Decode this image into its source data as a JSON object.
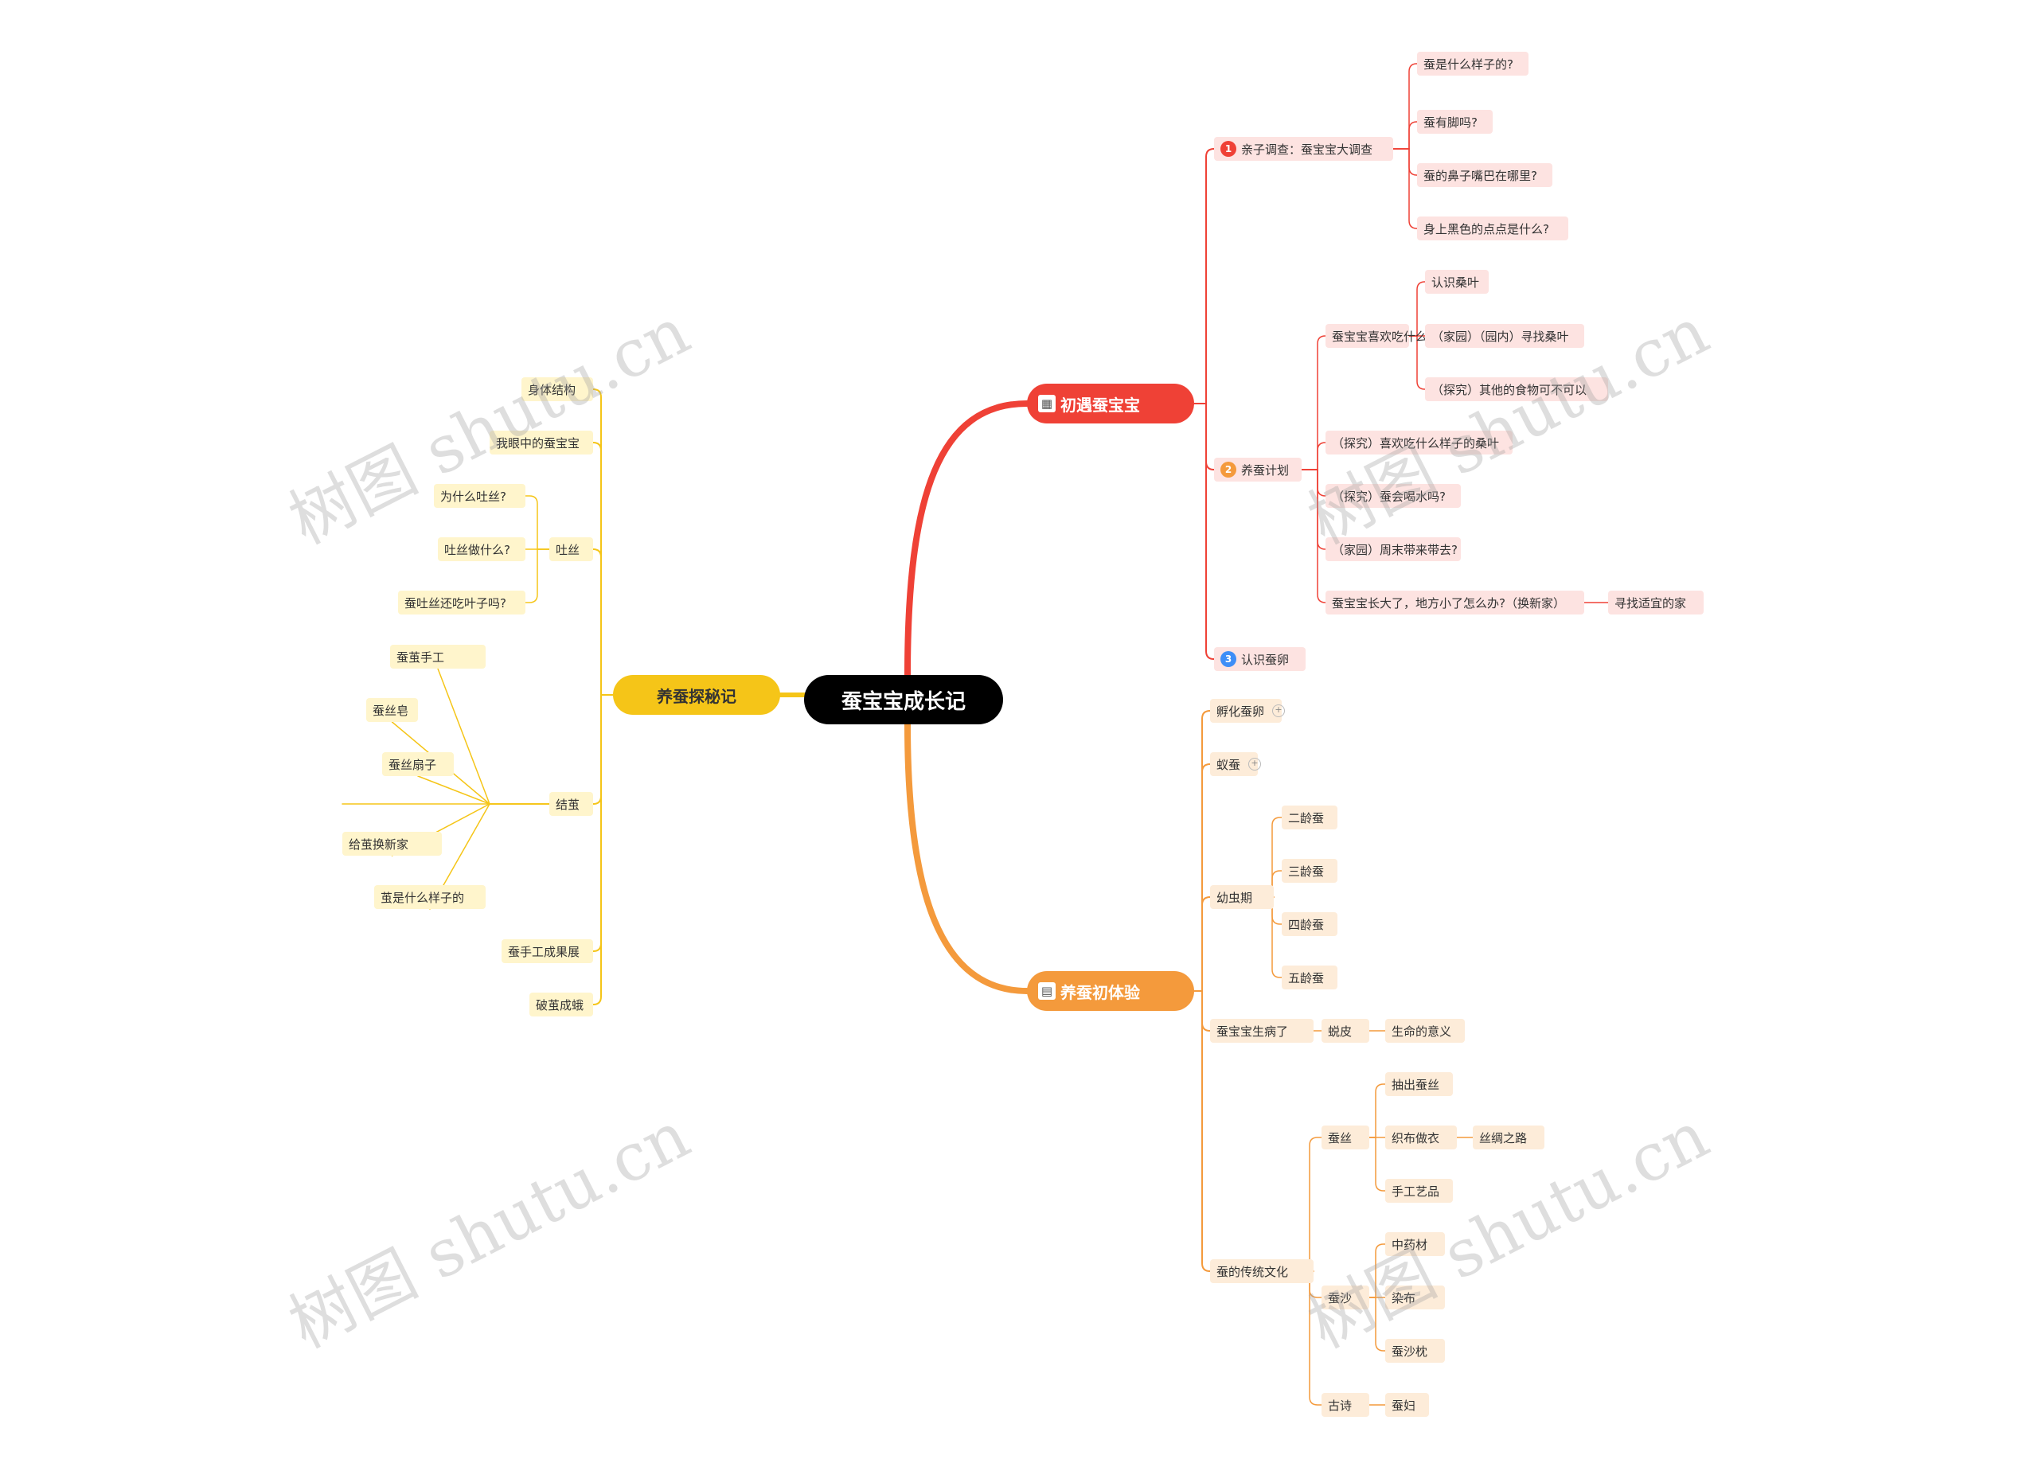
{
  "root": "蚕宝宝成长记",
  "branches": {
    "red": {
      "label": "初遇蚕宝宝",
      "icon": "calendar-icon",
      "items": [
        {
          "num": "1",
          "label": "亲子调查：蚕宝宝大调查",
          "children": [
            "蚕是什么样子的?",
            "蚕有脚吗?",
            "蚕的鼻子嘴巴在哪里?",
            "身上黑色的点点是什么?"
          ]
        },
        {
          "num": "2",
          "label": "养蚕计划",
          "children": [
            {
              "label": "蚕宝宝喜欢吃什么",
              "children": [
                "认识桑叶",
                "（家园）（园内）寻找桑叶",
                "（探究）其他的食物可不可以"
              ]
            },
            {
              "label": "（探究）喜欢吃什么样子的桑叶"
            },
            {
              "label": "（探究）蚕会喝水吗?"
            },
            {
              "label": "（家园）周末带来带去?"
            },
            {
              "label": "蚕宝宝长大了，地方小了怎么办?（换新家）",
              "children": [
                "寻找适宜的家"
              ]
            }
          ]
        },
        {
          "num": "3",
          "label": "认识蚕卵"
        }
      ]
    },
    "orange": {
      "label": "养蚕初体验",
      "icon": "calculator-icon",
      "items": [
        {
          "label": "孵化蚕卵",
          "collapsed": true
        },
        {
          "label": "蚁蚕",
          "collapsed": true
        },
        {
          "label": "幼虫期",
          "children": [
            "二龄蚕",
            "三龄蚕",
            "四龄蚕",
            "五龄蚕"
          ]
        },
        {
          "label": "蚕宝宝生病了",
          "children": [
            {
              "label": "蜕皮",
              "children": [
                "生命的意义"
              ]
            }
          ]
        },
        {
          "label": "蚕的传统文化",
          "children": [
            {
              "label": "蚕丝",
              "children": [
                "抽出蚕丝",
                {
                  "label": "织布做衣",
                  "children": [
                    "丝绸之路"
                  ]
                },
                "手工艺品"
              ]
            },
            {
              "label": "蚕沙",
              "children": [
                "中药材",
                "染布",
                "蚕沙枕"
              ]
            },
            {
              "label": "古诗",
              "children": [
                "蚕妇"
              ]
            }
          ]
        }
      ]
    },
    "yellow": {
      "label": "养蚕探秘记",
      "items": [
        {
          "label": "身体结构"
        },
        {
          "label": "我眼中的蚕宝宝"
        },
        {
          "label": "吐丝",
          "children": [
            "为什么吐丝?",
            "吐丝做什么?",
            "蚕吐丝还吃叶子吗?"
          ]
        },
        {
          "label": "结茧",
          "children": [
            "蚕茧手工",
            "蚕丝皂",
            "蚕丝扇子",
            "",
            "给茧换新家",
            "茧是什么样子的"
          ]
        },
        {
          "label": "蚕手工成果展"
        },
        {
          "label": "破茧成蛾"
        }
      ]
    }
  },
  "watermark": "树图 shutu.cn",
  "colors": {
    "red": "#ef4136",
    "orange": "#f49a3c",
    "yellow": "#f5c518",
    "root": "#000000"
  }
}
